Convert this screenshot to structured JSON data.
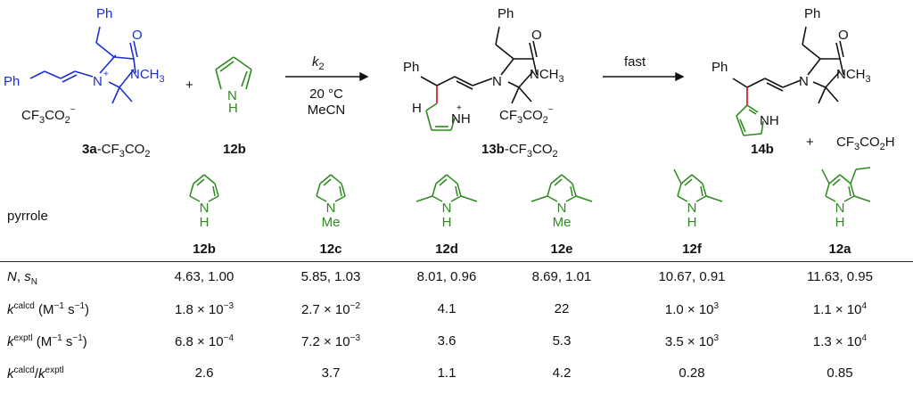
{
  "scheme": {
    "r_cation_label": "3a-CF3CO2",
    "r_cation_label_parts": [
      "3a",
      "-CF",
      "3",
      "CO",
      "2"
    ],
    "counterion": "CF3CO2−",
    "ph": "Ph",
    "n_plus": "N",
    "ch3": "NCH3",
    "o": "O",
    "plus_sign": "+",
    "pyrrole_label": "12b",
    "nh": "N",
    "h": "H",
    "arrow1_top": "k2",
    "arrow1_cond1": "20 °C",
    "arrow1_cond2": "MeCN",
    "intermediate_label": "13b-CF3CO2",
    "arrow2_top": "fast",
    "product_label": "14b",
    "byproduct": "CF3CO2H"
  },
  "table": {
    "title": "pyrrole",
    "columns": [
      {
        "id": "12b",
        "substituents": "none",
        "n_sub": "H"
      },
      {
        "id": "12c",
        "substituents": "N-Me",
        "n_sub": "Me"
      },
      {
        "id": "12d",
        "substituents": "2,5-dimethyl",
        "n_sub": "H"
      },
      {
        "id": "12e",
        "substituents": "1,2,5-trimethyl",
        "n_sub": "Me"
      },
      {
        "id": "12f",
        "substituents": "2,4-dimethyl",
        "n_sub": "H"
      },
      {
        "id": "12a",
        "substituents": "3-ethyl-2,4-dimethyl",
        "n_sub": "H"
      }
    ],
    "rows": [
      {
        "label": "N, sN",
        "values": [
          "4.63, 1.00",
          "5.85, 1.03",
          "8.01, 0.96",
          "8.69, 1.01",
          "10.67, 0.91",
          "11.63, 0.95"
        ]
      },
      {
        "label": "kcalcd (M−1 s−1)",
        "values": [
          "1.8 × 10−3",
          "2.7 × 10−2",
          "4.1",
          "22",
          "1.0 × 103",
          "1.1 × 104"
        ]
      },
      {
        "label": "kexptl (M−1 s−1)",
        "values": [
          "6.8 × 10−4",
          "7.2 × 10−3",
          "3.6",
          "5.3",
          "3.5 × 103",
          "1.3 × 104"
        ]
      },
      {
        "label": "kcalcd/kexptl",
        "values": [
          "2.6",
          "3.7",
          "1.1",
          "4.2",
          "0.28",
          "0.85"
        ]
      }
    ]
  },
  "colors": {
    "reactant": "#1a2fd0",
    "pyrrole": "#2c8a1e",
    "new_bond": "#d8262a",
    "text": "#111111"
  }
}
